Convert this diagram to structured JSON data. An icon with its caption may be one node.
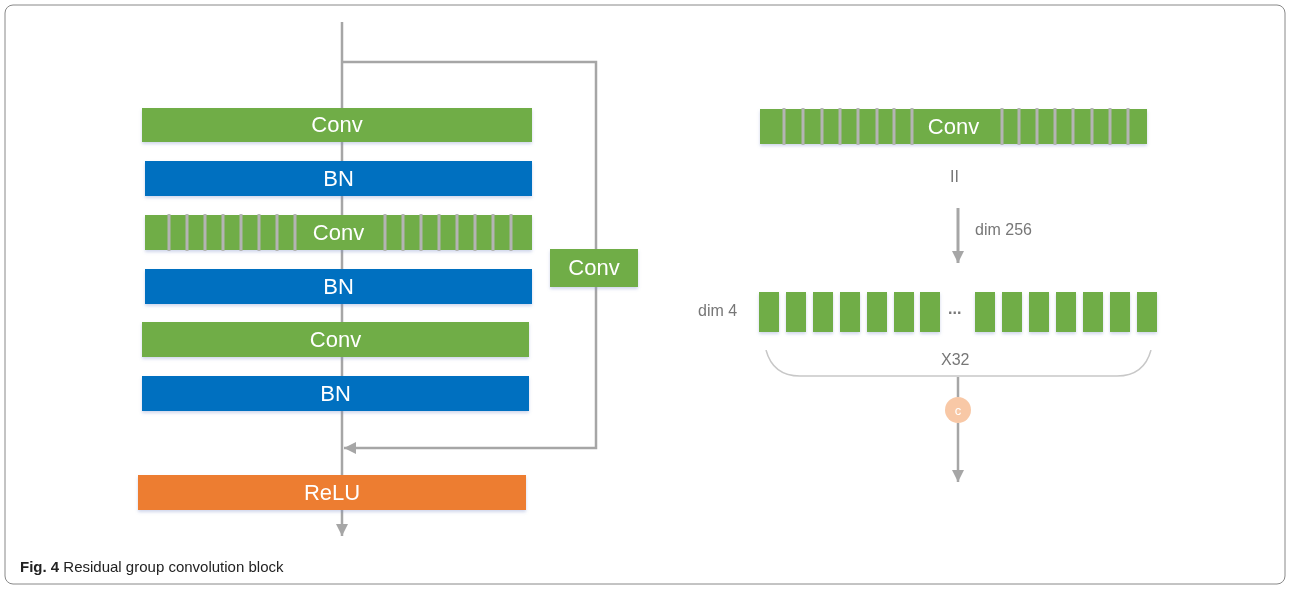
{
  "diagram": {
    "caption": "**Fig. 4** Residual group convolution block",
    "nodes": [
      {
        "text": [
          "Conv"
        ]
      },
      {
        "text": [
          "BN"
        ]
      },
      {
        "text": [
          "Conv"
        ]
      },
      {
        "text": [
          "BN"
        ]
      },
      {
        "text": [
          "Conv"
        ]
      },
      {
        "text": [
          "BN"
        ]
      },
      {
        "text": [
          "ReLU"
        ]
      },
      {
        "text": [
          "Conv"
        ]
      },
      {
        "text": [
          "Conv"
        ]
      },
      {
        "text": [],
        "shape": "bar"
      },
      {
        "text": [],
        "shape": "bar"
      },
      {
        "text": [],
        "shape": "bar"
      },
      {
        "text": [],
        "shape": "bar"
      },
      {
        "text": [],
        "shape": "bar"
      },
      {
        "text": [],
        "shape": "bar"
      },
      {
        "text": [],
        "shape": "bar"
      },
      {
        "text": [],
        "shape": "bar"
      },
      {
        "text": [],
        "shape": "bar"
      },
      {
        "text": [],
        "shape": "bar"
      },
      {
        "text": [],
        "shape": "bar"
      },
      {
        "text": [],
        "shape": "bar"
      },
      {
        "text": [],
        "shape": "bar"
      },
      {
        "text": [],
        "shape": "bar"
      },
      {
        "text": [
          "c"
        ]
      },
      {
        "text": [],
        "shape": "brace"
      }
    ],
    "edges": [
      {
        "from": null,
        "to": 0,
        "arrow": "none"
      },
      {
        "from": 0,
        "to": 1,
        "arrow": "none"
      },
      {
        "from": 1,
        "to": 2,
        "arrow": "none"
      },
      {
        "from": 2,
        "to": 3,
        "arrow": "none"
      },
      {
        "from": 3,
        "to": 4,
        "arrow": "none"
      },
      {
        "from": 4,
        "to": 5,
        "arrow": "none"
      },
      {
        "from": 5,
        "to": 6,
        "arrow": "none"
      },
      {
        "from": 6,
        "to": null,
        "arrow": "to"
      },
      {
        "from": null,
        "to": 7,
        "arrow": "none"
      },
      {
        "from": 7,
        "to": 6,
        "arrow": "to"
      },
      {
        "from": 24,
        "to": 23,
        "arrow": "none"
      },
      {
        "from": 23,
        "to": null,
        "arrow": "to"
      }
    ],
    "labels": [
      "II",
      "dim 256",
      "dim 4",
      "...",
      "X32"
    ]
  }
}
